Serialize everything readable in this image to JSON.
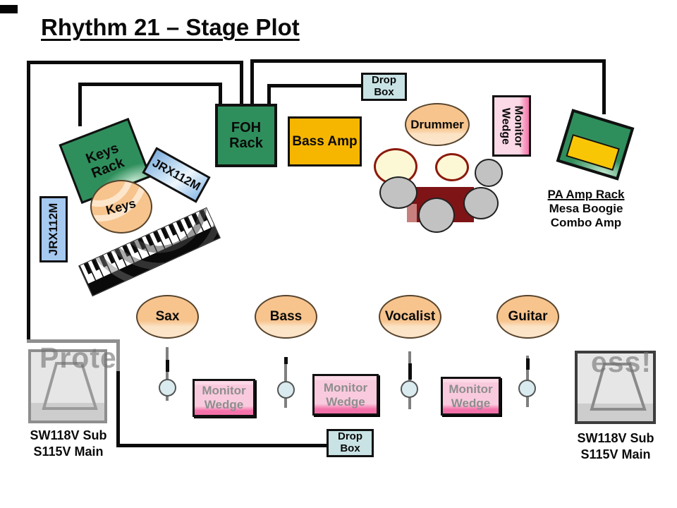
{
  "title": "Rhythm 21 – Stage Plot",
  "colors": {
    "rack_green": "#2F8F5C",
    "amp_gold": "#F6B600",
    "drop_box_teal": "#C9E3E5",
    "monitor_pink": "#F9CADD",
    "monitor_pink_deep": "#F472AA",
    "speaker_blue": "#A6C9F0",
    "performer_peach": "#F7C48E",
    "drum_cream": "#FCF8D6",
    "drum_maroon": "#7E1416",
    "hardware_gray": "#C2C2C2",
    "cable_black": "#0B0B0B"
  },
  "backline": {
    "keys_rack": {
      "line1": "Keys",
      "line2": "Rack"
    },
    "keys_monitor_angled": {
      "label": "JRX112M"
    },
    "keys_monitor_side": {
      "label": "JRX112M"
    },
    "keys_spot": {
      "label": "Keys"
    },
    "foh_rack": {
      "line1": "FOH",
      "line2": "Rack"
    },
    "bass_amp": {
      "label": "Bass Amp"
    },
    "drop_box_top": {
      "line1": "Drop",
      "line2": "Box"
    },
    "drop_box_bottom": {
      "line1": "Drop",
      "line2": "Box"
    },
    "drummer_spot": {
      "label": "Drummer"
    },
    "drummer_wedge": {
      "line1": "Monitor",
      "line2": "Wedge"
    },
    "pa_amp_note": {
      "line1": "PA Amp Rack",
      "line2": "Mesa Boogie",
      "line3": "Combo Amp"
    }
  },
  "front_line": {
    "performers": [
      {
        "label": "Sax"
      },
      {
        "label": "Bass"
      },
      {
        "label": "Vocalist"
      },
      {
        "label": "Guitar"
      }
    ],
    "monitor_wedges": [
      {
        "line1": "Monitor",
        "line2": "Wedge"
      },
      {
        "line1": "Monitor",
        "line2": "Wedge"
      },
      {
        "line1": "Monitor",
        "line2": "Wedge"
      }
    ]
  },
  "pa": {
    "sub_left": {
      "line1": "SW118V Sub",
      "line2": "S115V Main"
    },
    "sub_right": {
      "line1": "SW118V Sub",
      "line2": "S115V Main"
    }
  },
  "watermark": {
    "left_fragment": "Prote",
    "right_fragment": "ess!"
  }
}
